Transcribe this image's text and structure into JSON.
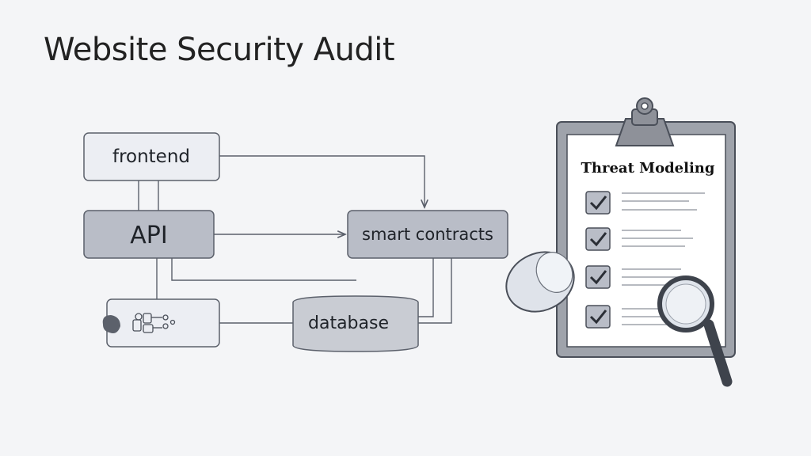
{
  "title": "Website Security Audit",
  "nodes": {
    "frontend": "frontend",
    "api": "API",
    "smart_contracts": "smart contracts",
    "database": "database"
  },
  "checklist": {
    "title": "Threat Modeling",
    "items_checked": 4
  },
  "colors": {
    "background": "#f4f5f7",
    "light_node": "#eceef3",
    "dark_node": "#b9bdc7",
    "stroke": "#5b606b",
    "clipboard": "#9fa3ab"
  }
}
